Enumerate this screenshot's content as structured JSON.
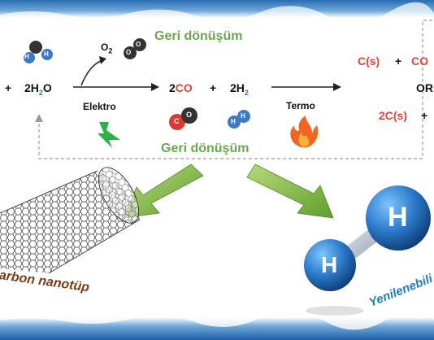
{
  "recycle_top": "Geri dönüşüm",
  "recycle_bottom": "Geri dönüşüm",
  "oxygen": {
    "symbol": "O",
    "sub": "2"
  },
  "left_plus": "+",
  "water": {
    "coef": "2H",
    "sub": "2",
    "tail": "O"
  },
  "electro_label": "Elektro",
  "co": {
    "coef": "2",
    "letters": "CO"
  },
  "mid_plus": "+",
  "hydrogen": {
    "coef": "2H",
    "sub": "2"
  },
  "thermo_label": "Termo",
  "right_top": {
    "c": "C(s)",
    "plus": "+",
    "co2": "CO"
  },
  "or_label": "OR",
  "right_bottom": {
    "c": "2C(s)",
    "plus": "+"
  },
  "carbon_label": "arbon nanotüp",
  "renewable_label": "Yenilenebili",
  "atoms": {
    "o": "O",
    "h": "H",
    "c": "C"
  },
  "colors": {
    "green": "#6aa84f",
    "red": "#e0453a",
    "blue": "#2f6fb3",
    "water_band": "#2a6fb5"
  }
}
